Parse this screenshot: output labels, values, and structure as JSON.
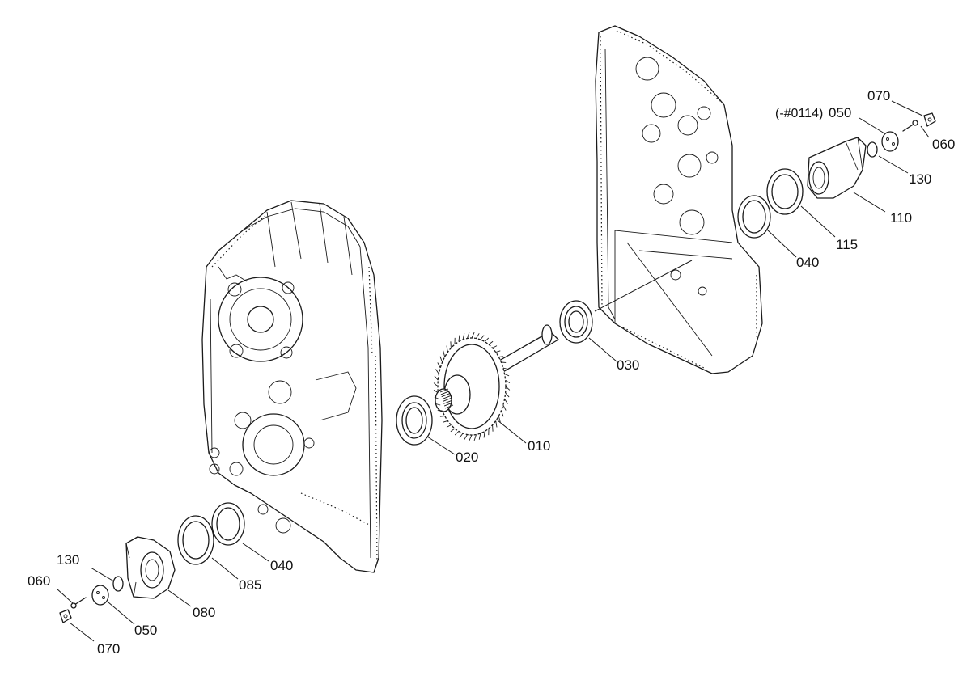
{
  "labels": {
    "p010": "010",
    "p020": "020",
    "p030": "030",
    "p040_left": "040",
    "p040_right": "040",
    "p050_left": "050",
    "p050_right": "050",
    "p060_left": "060",
    "p060_right": "060",
    "p070_left": "070",
    "p070_right": "070",
    "p080": "080",
    "p085": "085",
    "p110": "110",
    "p115": "115",
    "p130_left": "130",
    "p130_right": "130",
    "serial_note": "(-#0114)"
  }
}
